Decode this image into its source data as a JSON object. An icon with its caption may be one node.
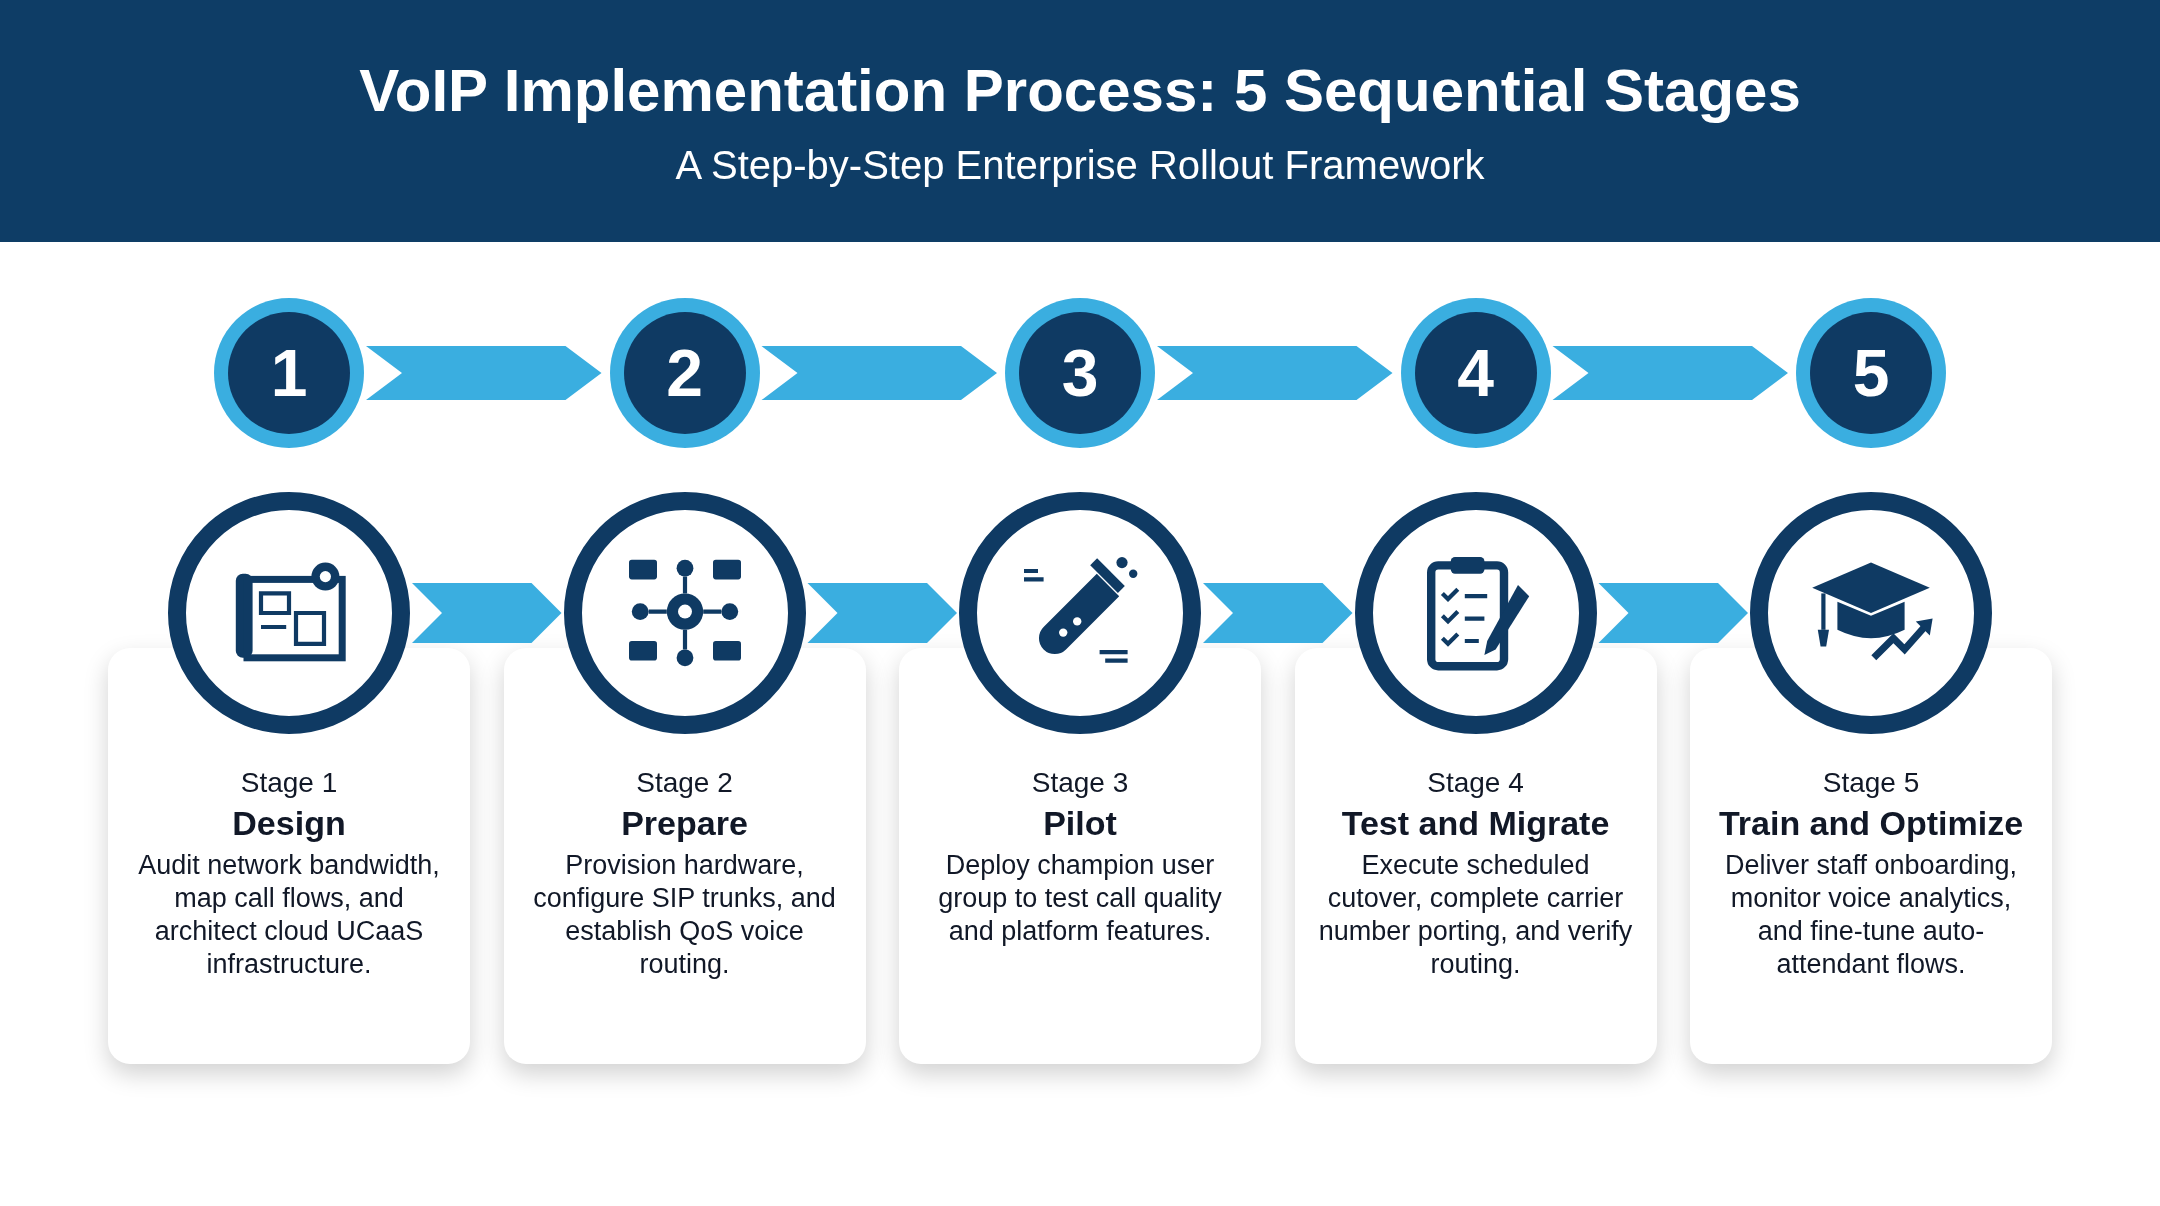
{
  "diagram": {
    "title": "VoIP Implementation Process: 5 Sequential Stages",
    "caption": "A Step-by-Step Enterprise Rollout Framework",
    "nodes": [
      {
        "text": [
          "1"
        ]
      },
      {
        "text": [
          "2"
        ]
      },
      {
        "text": [
          "3"
        ]
      },
      {
        "text": [
          "4"
        ]
      },
      {
        "text": [
          "5"
        ]
      },
      {
        "text": [],
        "shape": "circle"
      },
      {
        "text": [],
        "shape": "circle"
      },
      {
        "text": [],
        "shape": "circle"
      },
      {
        "text": [],
        "shape": "circle"
      },
      {
        "text": [],
        "shape": "circle"
      },
      {
        "text": [
          "Stage 1",
          "Design",
          "Audit network bandwidth, map call flows, and architect cloud UCaaS infrastructure."
        ]
      },
      {
        "text": [
          "Stage 2",
          "Prepare",
          "Provision hardware, configure SIP trunks, and establish QoS voice routing."
        ]
      },
      {
        "text": [
          "Stage 3",
          "Pilot",
          "Deploy champion user group to test call quality and platform features."
        ]
      },
      {
        "text": [
          "Stage 4",
          "Test and Migrate",
          "Execute scheduled cutover, complete carrier number porting, and verify routing."
        ]
      },
      {
        "text": [
          "Stage 5",
          "Train and Optimize",
          "Deliver staff onboarding, monitor voice analytics, and fine-tune auto-attendant flows."
        ]
      }
    ],
    "edges": [
      {
        "from": 0,
        "to": 1,
        "arrow": "to"
      },
      {
        "from": 1,
        "to": 2,
        "arrow": "to"
      },
      {
        "from": 2,
        "to": 3,
        "arrow": "to"
      },
      {
        "from": 3,
        "to": 4,
        "arrow": "to"
      },
      {
        "from": 5,
        "to": 6,
        "arrow": "to"
      },
      {
        "from": 6,
        "to": 7,
        "arrow": "to"
      },
      {
        "from": 7,
        "to": 8,
        "arrow": "to"
      },
      {
        "from": 8,
        "to": 9,
        "arrow": "to"
      }
    ]
  }
}
